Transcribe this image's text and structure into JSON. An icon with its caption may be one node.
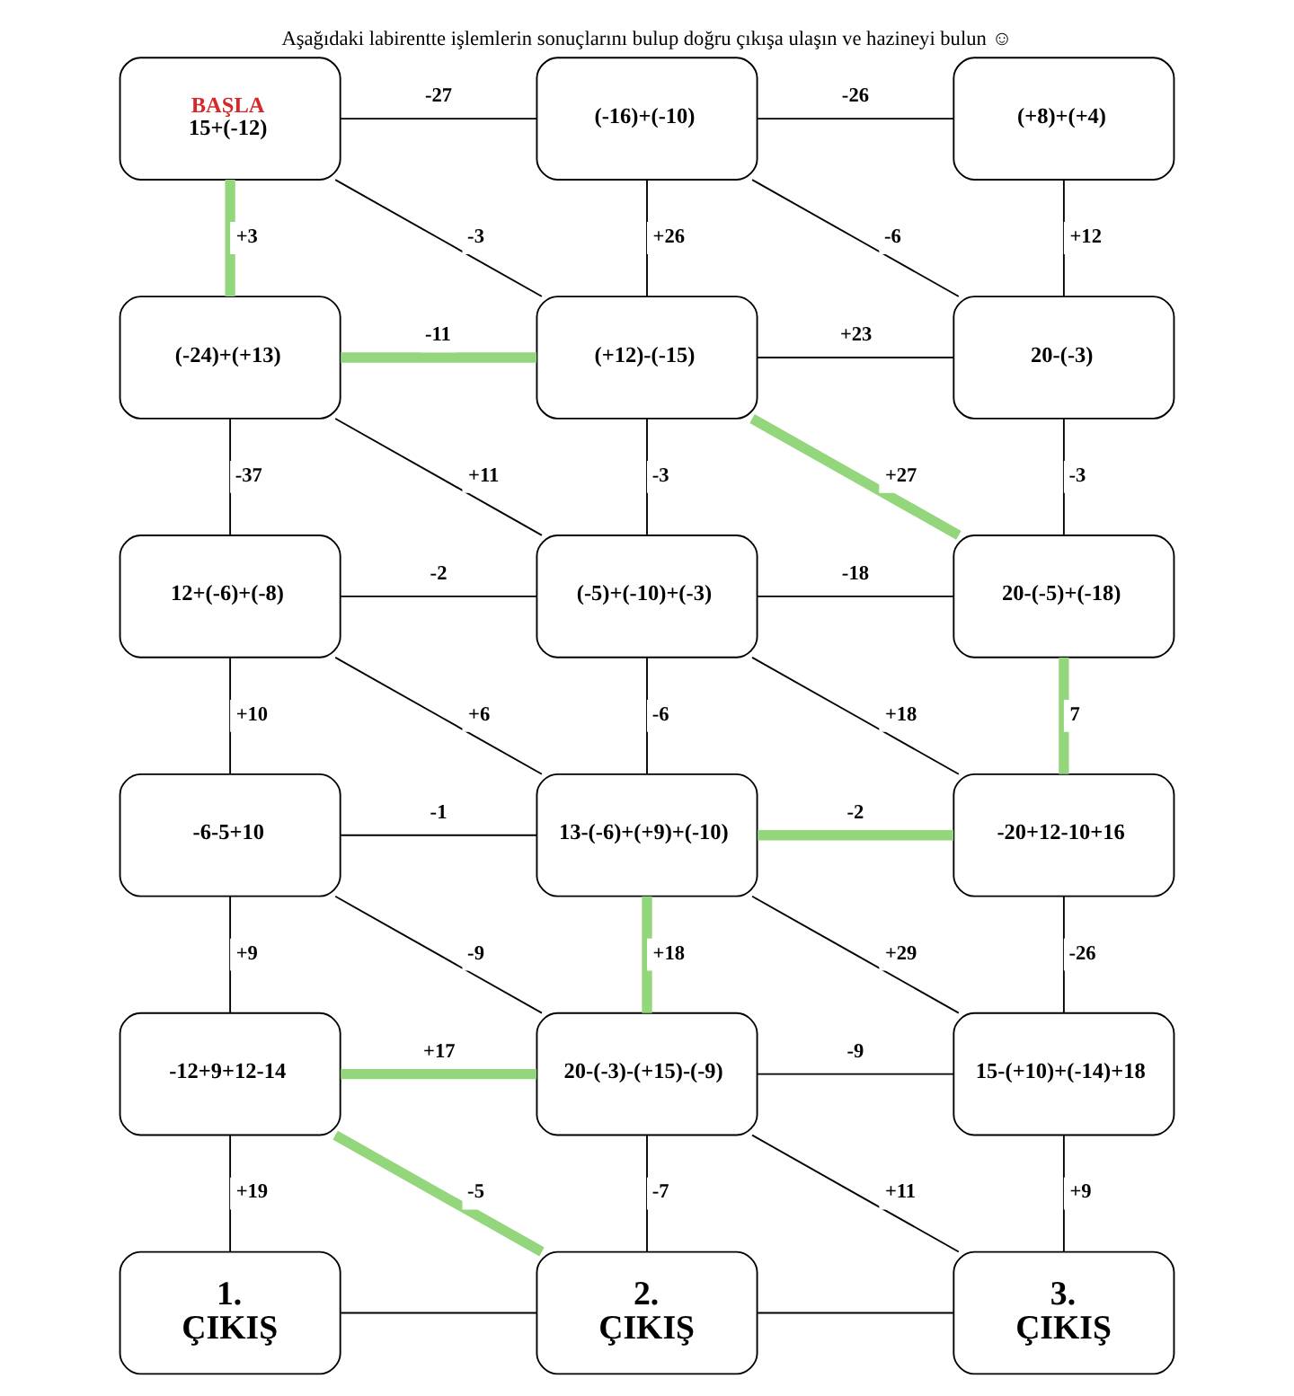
{
  "diagram": {
    "title": "Aşağıdaki labirentte işlemlerin sonuçlarını bulup doğru çıkışa ulaşın ve hazineyi bulun ☺",
    "nodes": [
      {
        "text": [
          "BAŞLA",
          "15+(-12)"
        ]
      },
      {
        "text": [
          "(-16)+(-10)"
        ]
      },
      {
        "text": [
          "(+8)+(+4)"
        ]
      },
      {
        "text": [
          "(-24)+(+13)"
        ]
      },
      {
        "text": [
          "(+12)-(-15)"
        ]
      },
      {
        "text": [
          "20-(-3)"
        ]
      },
      {
        "text": [
          "12+(-6)+(-8)"
        ]
      },
      {
        "text": [
          "(-5)+(-10)+(-3)"
        ]
      },
      {
        "text": [
          "20-(-5)+(-18)"
        ]
      },
      {
        "text": [
          "-6-5+10"
        ]
      },
      {
        "text": [
          "13-(-6)+(+9)+(-10)"
        ]
      },
      {
        "text": [
          "-20+12-10+16"
        ]
      },
      {
        "text": [
          "-12+9+12-14"
        ]
      },
      {
        "text": [
          "20-(-3)-(+15)-(-9)"
        ]
      },
      {
        "text": [
          "15-(+10)+(-14)+18"
        ]
      },
      {
        "text": [
          "1.",
          "ÇIKIŞ"
        ]
      },
      {
        "text": [
          "2.",
          "ÇIKIŞ"
        ]
      },
      {
        "text": [
          "3.",
          "ÇIKIŞ"
        ]
      }
    ],
    "edges": [
      {
        "from": 0,
        "to": 1,
        "arrow": "none",
        "label": "-27"
      },
      {
        "from": 1,
        "to": 2,
        "arrow": "none",
        "label": "-26"
      },
      {
        "from": 0,
        "to": 3,
        "arrow": "none",
        "label": "+3",
        "style": "thick",
        "color": "#93d67c"
      },
      {
        "from": 0,
        "to": 4,
        "arrow": "none",
        "label": "-3"
      },
      {
        "from": 1,
        "to": 4,
        "arrow": "none",
        "label": "+26"
      },
      {
        "from": 1,
        "to": 5,
        "arrow": "none",
        "label": "-6"
      },
      {
        "from": 2,
        "to": 5,
        "arrow": "none",
        "label": "+12"
      },
      {
        "from": 3,
        "to": 4,
        "arrow": "none",
        "label": "-11",
        "style": "thick",
        "color": "#93d67c"
      },
      {
        "from": 4,
        "to": 5,
        "arrow": "none",
        "label": "+23"
      },
      {
        "from": 3,
        "to": 6,
        "arrow": "none",
        "label": "-37"
      },
      {
        "from": 3,
        "to": 7,
        "arrow": "none",
        "label": "+11"
      },
      {
        "from": 4,
        "to": 7,
        "arrow": "none",
        "label": "-3"
      },
      {
        "from": 4,
        "to": 8,
        "arrow": "none",
        "label": "+27",
        "style": "thick",
        "color": "#93d67c"
      },
      {
        "from": 5,
        "to": 8,
        "arrow": "none",
        "label": "-3"
      },
      {
        "from": 6,
        "to": 7,
        "arrow": "none",
        "label": "-2"
      },
      {
        "from": 7,
        "to": 8,
        "arrow": "none",
        "label": "-18"
      },
      {
        "from": 6,
        "to": 9,
        "arrow": "none",
        "label": "+10"
      },
      {
        "from": 6,
        "to": 10,
        "arrow": "none",
        "label": "+6"
      },
      {
        "from": 7,
        "to": 10,
        "arrow": "none",
        "label": "-6"
      },
      {
        "from": 7,
        "to": 11,
        "arrow": "none",
        "label": "+18"
      },
      {
        "from": 8,
        "to": 11,
        "arrow": "none",
        "label": "7",
        "style": "thick",
        "color": "#93d67c"
      },
      {
        "from": 9,
        "to": 10,
        "arrow": "none",
        "label": "-1"
      },
      {
        "from": 10,
        "to": 11,
        "arrow": "none",
        "label": "-2",
        "style": "thick",
        "color": "#93d67c"
      },
      {
        "from": 9,
        "to": 12,
        "arrow": "none",
        "label": "+9"
      },
      {
        "from": 9,
        "to": 13,
        "arrow": "none",
        "label": "-9"
      },
      {
        "from": 10,
        "to": 13,
        "arrow": "none",
        "label": "+18",
        "style": "thick",
        "color": "#93d67c"
      },
      {
        "from": 10,
        "to": 14,
        "arrow": "none",
        "label": "+29"
      },
      {
        "from": 11,
        "to": 14,
        "arrow": "none",
        "label": "-26"
      },
      {
        "from": 12,
        "to": 13,
        "arrow": "none",
        "label": "+17",
        "style": "thick",
        "color": "#93d67c"
      },
      {
        "from": 13,
        "to": 14,
        "arrow": "none",
        "label": "-9"
      },
      {
        "from": 12,
        "to": 15,
        "arrow": "none",
        "label": "+19"
      },
      {
        "from": 12,
        "to": 16,
        "arrow": "none",
        "label": "-5",
        "style": "thick",
        "color": "#93d67c"
      },
      {
        "from": 13,
        "to": 16,
        "arrow": "none",
        "label": "-7"
      },
      {
        "from": 13,
        "to": 17,
        "arrow": "none",
        "label": "+11"
      },
      {
        "from": 14,
        "to": 17,
        "arrow": "none",
        "label": "+9"
      },
      {
        "from": 15,
        "to": 16,
        "arrow": "none"
      },
      {
        "from": 16,
        "to": 17,
        "arrow": "none"
      }
    ]
  }
}
